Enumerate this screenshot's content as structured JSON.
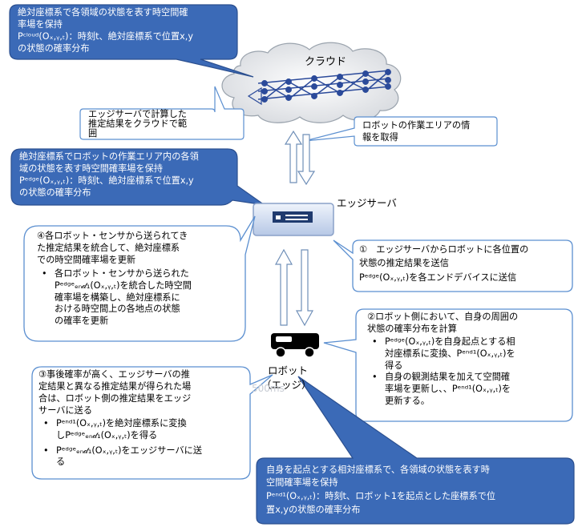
{
  "cloud": {
    "label": "クラウド",
    "callout": {
      "lines": [
        "絶対座標系で各領域の状態を表す時空間確",
        "率場を保持",
        "Pᶜˡᵒᵘᵈ(Oₓ,ᵧ,ₜ)：時刻t、絶対座標系で位置x,y",
        "の状態の確率分布"
      ]
    }
  },
  "edge_server": {
    "label": "エッジサーバ",
    "callout": {
      "lines": [
        "絶対座標系でロボットの作業エリア内の各領",
        "域の状態を表す時空間確率場を保持",
        "Pᵉᵈᵍᵉ(Oₓ,ᵧ,ₜ)：時刻t、絶対座標系で位置x,y",
        "の状態の確率分布"
      ]
    }
  },
  "robot": {
    "label_line1": "ロボット",
    "label_line2": "（エッジ）",
    "callout": {
      "lines": [
        "自身を起点とする相対座標系で、各領域の状態を表す時",
        "空間確率場を保持",
        "Pᵉⁿᵈ¹(Oₓ,ᵧ,ₜ)：時刻t、ロボット1を起点とした座標系で位",
        "置x,yの状態の確率分布"
      ]
    }
  },
  "edge_to_cloud": {
    "lines": [
      "エッジサーバで計算した",
      "推定結果をクラウドで範",
      "囲"
    ]
  },
  "cloud_to_edge": {
    "lines": [
      "ロボットの作業エリアの情",
      "報を取得"
    ]
  },
  "step1": {
    "lines": [
      "①　エッジサーバからロボットに各位置の",
      "状態の推定結果を送信",
      "Pᵉᵈᵍᵉ(Oₓ,ᵧ,ₜ)を各エンドデバイスに送信"
    ]
  },
  "step2": {
    "title_lines": [
      "②ロボット側において、自身の周囲の",
      "状態の確率分布を計算"
    ],
    "bullets": [
      [
        "Pᵉᵈᵍᵉ(Oₓ,ᵧ,ₜ)を自身起点とする相",
        "対座標系に変換、Pᵉⁿᵈ¹(Oₓ,ᵧ,ₜ)を",
        "得る"
      ],
      [
        "自身の観測結果を加えて空間確",
        "率場を更新し、、Pᵉⁿᵈ¹(Oₓ,ᵧ,ₜ)を",
        "更新する。"
      ]
    ]
  },
  "step3": {
    "title_lines": [
      "③事後確率が高く、エッジサーバの推",
      "定結果と異なる推定結果が得られた場",
      "合は、ロボット側の推定結果をエッジ",
      "サーバに送る"
    ],
    "bullets": [
      [
        "Pᵉⁿᵈ¹(Oₓ,ᵧ,ₜ)を絶対座標系に変換",
        "しPᵉᵈᵍᵉₑₙ𝒹₁(Oₓ,ᵧ,ₜ)を得る"
      ],
      [
        "Pᵉᵈᵍᵉₑₙ𝒹₁(Oₓ,ᵧ,ₜ)をエッジサーバに送",
        "る"
      ]
    ]
  },
  "step4": {
    "title_lines": [
      "④各ロボット・センサから送られてき",
      "た推定結果を統合して、絶対座標系",
      "での時空間確率場を更新"
    ],
    "bullets": [
      [
        "各ロボット・センサから送られた",
        "Pᵉᵈᵍᵉₑₙ𝒹₁(Oₓ,ᵧ,ₜ)を統合した時空間",
        "確率場を構築し、絶対座標系に",
        "おける時空間上の各地点の状態",
        "の確率を更新"
      ]
    ]
  },
  "watermark": "500ms",
  "colors": {
    "blue_fill": "#3b6ab7",
    "blue_stroke": "#2b4f8f",
    "white_stroke": "#5b8fd0",
    "arrow_stroke": "#6f8fb8"
  }
}
